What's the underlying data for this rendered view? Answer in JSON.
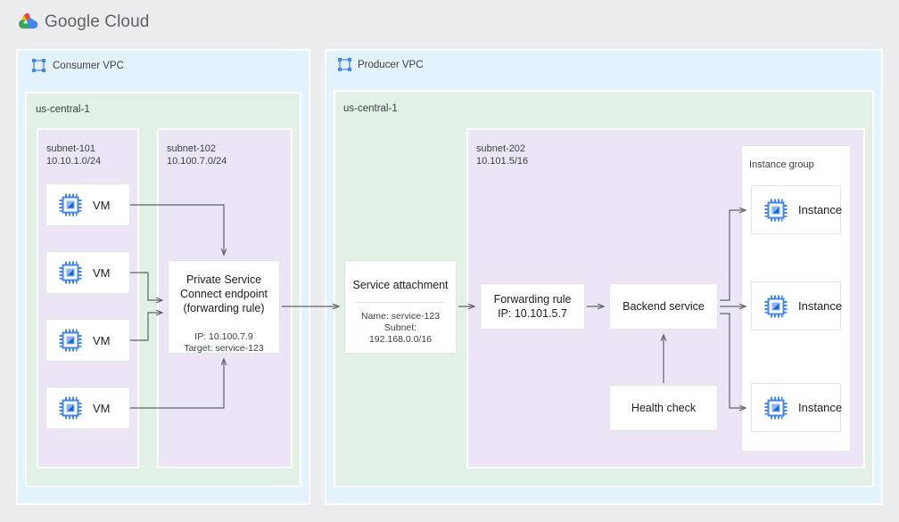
{
  "header": {
    "logo_icon": "google-cloud-logo-icon",
    "brand_bold": "Google",
    "brand_light": " Cloud"
  },
  "consumer_vpc": {
    "icon": "vpc-icon",
    "title": "Consumer VPC",
    "region": {
      "title": "us-central-1"
    },
    "subnet_101": {
      "title": "subnet-101\n10.10.1.0/24",
      "vms": [
        {
          "icon": "vm-chip-icon",
          "label": "VM"
        },
        {
          "icon": "vm-chip-icon",
          "label": "VM"
        },
        {
          "icon": "vm-chip-icon",
          "label": "VM"
        },
        {
          "icon": "vm-chip-icon",
          "label": "VM"
        }
      ]
    },
    "subnet_102": {
      "title": "subnet-102\n10.100.7.0/24",
      "psc_endpoint": {
        "title": "Private Service\nConnect endpoint\n(forwarding rule)",
        "detail": "IP: 10.100.7.9\nTarget: service-123"
      }
    }
  },
  "producer_vpc": {
    "icon": "vpc-icon",
    "title": "Producer VPC",
    "region": {
      "title": "us-central-1"
    },
    "service_attachment": {
      "title": "Service attachment",
      "detail": "Name: service-123\nSubnet:\n192.168.0.0/16"
    },
    "subnet_202": {
      "title": "subnet-202\n10.101.5/16",
      "forwarding_rule": {
        "label": "Forwarding rule\nIP: 10.101.5.7"
      },
      "backend_service": {
        "label": "Backend service"
      },
      "health_check": {
        "label": "Health check"
      },
      "instance_group": {
        "title": "Instance group",
        "instances": [
          {
            "icon": "vm-chip-icon",
            "label": "Instance"
          },
          {
            "icon": "vm-chip-icon",
            "label": "Instance"
          },
          {
            "icon": "vm-chip-icon",
            "label": "Instance"
          }
        ]
      }
    }
  },
  "colors": {
    "page_bg": "#eaecee",
    "vpc_fill": "#e3f3fd",
    "region_fill": "#e2f1e6",
    "subnet_fill": "#ece5f5",
    "node_fill": "#ffffff",
    "connector": "#5f6368",
    "icon_blue": "#4285f4",
    "text": "#202124"
  }
}
